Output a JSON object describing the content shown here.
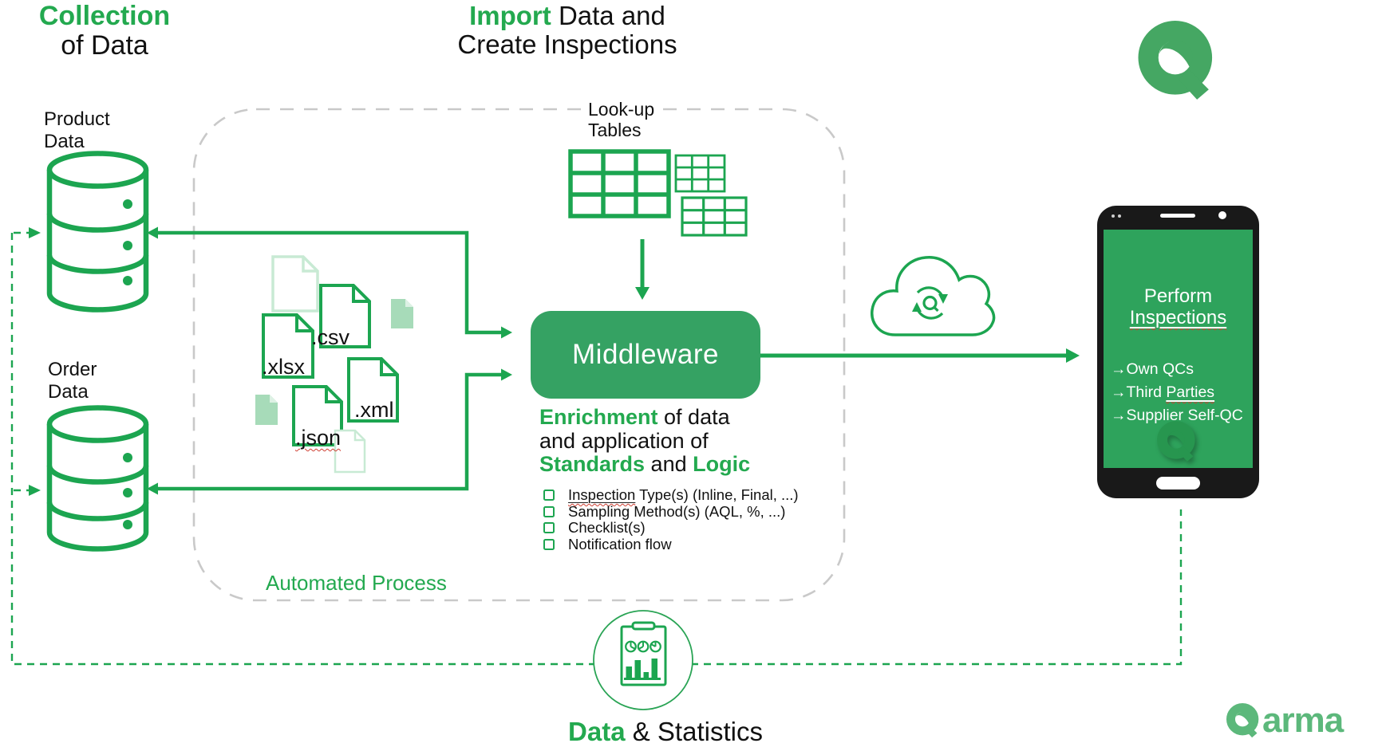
{
  "titles": {
    "collection_bold": "Collection",
    "collection_rest": "of Data",
    "import_bold": "Import",
    "import_rest": " Data and",
    "import_line2": "Create Inspections",
    "stats_bold": "Data",
    "stats_rest": " & Statistics"
  },
  "databases": {
    "product_line1": "Product",
    "product_line2": "Data",
    "order_line1": "Order",
    "order_line2": "Data"
  },
  "process": {
    "container_label": "Automated Process",
    "lookup_line1": "Look-up",
    "lookup_line2": "Tables",
    "middleware_label": "Middleware",
    "enrich_bold1": "Enrichment",
    "enrich_rest1": " of data",
    "enrich_line2": "and application of",
    "enrich_bold3a": "Standards",
    "enrich_mid3": " and ",
    "enrich_bold3b": "Logic",
    "checklist": [
      {
        "u": "Inspection",
        "rest": " Type(s) (Inline, Final, ...)"
      },
      {
        "u": "",
        "rest": "Sampling Method(s) (AQL, %, ...)"
      },
      {
        "u": "",
        "rest": "Checklist(s)"
      },
      {
        "u": "",
        "rest": "Notification flow"
      }
    ],
    "files": [
      {
        "label": ".csv"
      },
      {
        "label": ".xlsx"
      },
      {
        "label": ".xml"
      },
      {
        "label": ".json"
      }
    ]
  },
  "phone": {
    "title_line1": "Perform",
    "title_line2": "Inspections",
    "items": [
      {
        "pre": "→Own QCs",
        "u": ""
      },
      {
        "pre": "→Third ",
        "u": "Parties"
      },
      {
        "pre": "→Supplier Self-QC",
        "u": ""
      }
    ]
  },
  "brand": {
    "wordmark_rest": "arma"
  },
  "colors": {
    "stroke_green": "#1CA550",
    "title_green": "#23A94F",
    "middleware_fill": "#35A263",
    "phone_screen": "#2EA35C",
    "mint_fill": "#A7DBB9",
    "faded_outline": "#C8EAD4",
    "wordmark_green": "#5CB87B",
    "dash_gray": "#C9C9C9"
  }
}
